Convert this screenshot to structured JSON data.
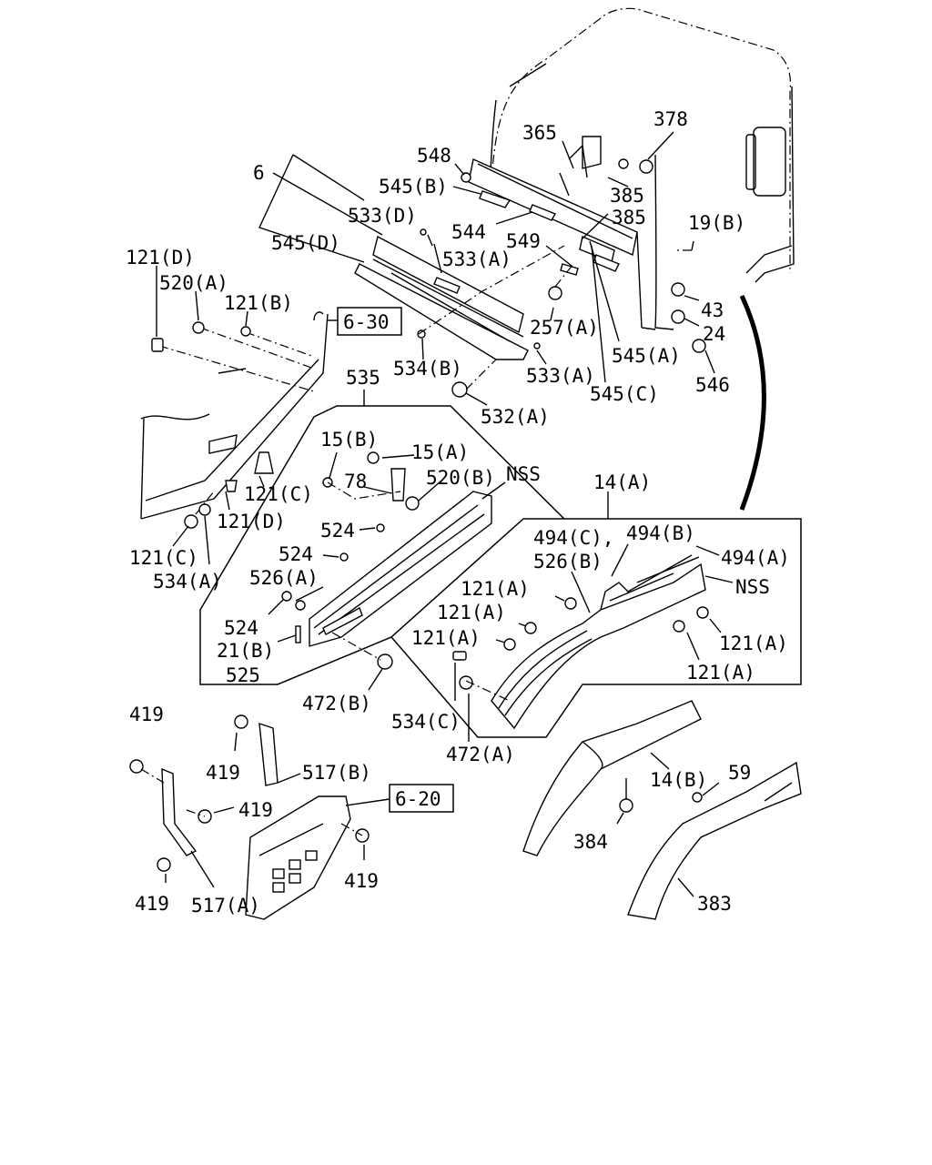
{
  "callouts": {
    "c378": "378",
    "c365": "365",
    "c548": "548",
    "c6": "6",
    "c545b": "545(B)",
    "c385a": "385",
    "c533d": "533(D)",
    "c544": "544",
    "c385b": "385",
    "c19b": "19(B)",
    "c545d": "545(D)",
    "c549": "549",
    "c533a_top": "533(A)",
    "c121d_top": "121(D)",
    "c520a": "520(A)",
    "c121b": "121(B)",
    "c43": "43",
    "c257a": "257(A)",
    "c24": "24",
    "c545a": "545(A)",
    "c534b": "534(B)",
    "c546": "546",
    "c533a_mid": "533(A)",
    "c535": "535",
    "c545c": "545(C)",
    "c532a": "532(A)",
    "c15b": "15(B)",
    "c15a": "15(A)",
    "c78": "78",
    "c520b": "520(B)",
    "c nss1": "NSS",
    "c121c_top": "121(C)",
    "c121d_mid": "121(D)",
    "c14a": "14(A)",
    "c524_a": "524",
    "c494c": "494(C),",
    "c494b": "494(B)",
    "c494a": "494(A)",
    "c121c_low": "121(C)",
    "c524_b": "524",
    "c526b": "526(B)",
    "c534a": "534(A)",
    "c526a": "526(A)",
    "c121a_1": "121(A)",
    "c nss2": "NSS",
    "c121a_2": "121(A)",
    "c524_c": "524",
    "c121a_3": "121(A)",
    "c121a_4": "121(A)",
    "c21b": "21(B)",
    "c121a_5": "121(A)",
    "c525": "525",
    "c472b": "472(B)",
    "c534c": "534(C)",
    "c419_1": "419",
    "c472a": "472(A)",
    "c419_2": "419",
    "c517b": "517(B)",
    "c14b": "14(B)",
    "c59": "59",
    "c419_3": "419",
    "c384": "384",
    "c419_4": "419",
    "c517a": "517(A)",
    "c383": "383",
    "c419_5": "419"
  },
  "refs": {
    "ref_630": "6-30",
    "ref_620": "6-20"
  }
}
